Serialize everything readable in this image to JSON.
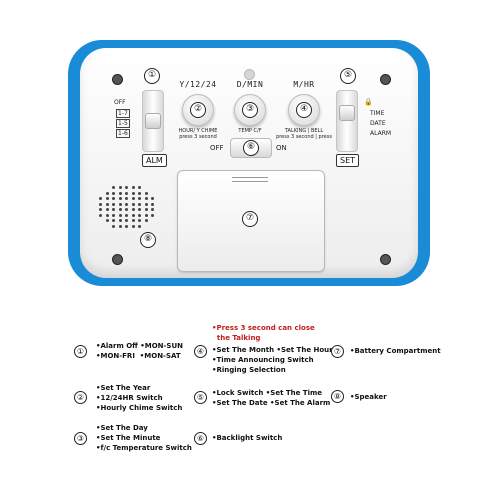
{
  "device": {
    "buttons": [
      {
        "num": "②",
        "label": "Y/12/24",
        "sublabel": "HOUR/ Y CHIME",
        "sublabel2": "press 3 second"
      },
      {
        "num": "③",
        "label": "D/MIN",
        "sublabel": "TEMP C/F",
        "sublabel2": ""
      },
      {
        "num": "④",
        "label": "M/HR",
        "sublabel": "TALKING | BELL",
        "sublabel2": "press 3 second | press"
      }
    ],
    "left_switch": {
      "num": "①",
      "tag": "ALM",
      "options": [
        "OFF",
        "1-7",
        "1-5",
        "1-6"
      ]
    },
    "right_switch": {
      "num": "⑤",
      "tag": "SET",
      "options": [
        "🔒",
        "TIME",
        "DATE",
        "ALARM"
      ]
    },
    "backlight": {
      "num": "⑥",
      "off": "OFF",
      "on": "ON"
    },
    "battery": {
      "num": "⑦"
    },
    "speaker": {
      "num": "⑧"
    }
  },
  "legend": {
    "items": [
      {
        "num": "①",
        "text": "•Alarm Off •MON-SUN\n•MON-FRI  •MON-SAT"
      },
      {
        "num": "②",
        "text": "•Set The Year\n•12/24HR Switch\n•Hourly Chime Switch"
      },
      {
        "num": "③",
        "text": "•Set The Day\n•Set The Minute\n•f/c Temperature Switch"
      },
      {
        "num": "④",
        "note": "•Press 3 second can close\n  the Talking",
        "text": "•Set The Month •Set The Hour\n•Time Announcing Switch\n•Ringing Selection"
      },
      {
        "num": "⑤",
        "text": "•Lock Switch •Set The Time\n•Set The Date •Set The Alarm"
      },
      {
        "num": "⑥",
        "text": "•Backlight Switch"
      },
      {
        "num": "⑦",
        "text": "•Battery Compartment"
      },
      {
        "num": "⑧",
        "text": "•Speaker"
      }
    ]
  },
  "colors": {
    "frame": "#1a8bd6",
    "note": "#c0201c"
  }
}
